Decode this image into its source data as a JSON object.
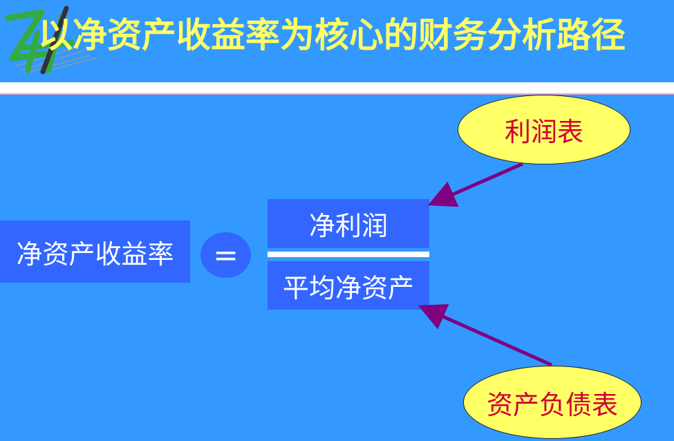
{
  "title": "以净资产收益率为核心的财务分析路径",
  "formula": {
    "lhs": "净资产收益率",
    "equals": "=",
    "numerator": "净利润",
    "denominator": "平均净资产"
  },
  "sources": {
    "income_statement": "利润表",
    "balance_sheet": "资产负债表"
  },
  "colors": {
    "background": "#3399ff",
    "box": "#3366ff",
    "title": "#ffff66",
    "ellipse_fill": "#ffff66",
    "ellipse_text": "#cc0033",
    "arrow": "#800080"
  }
}
